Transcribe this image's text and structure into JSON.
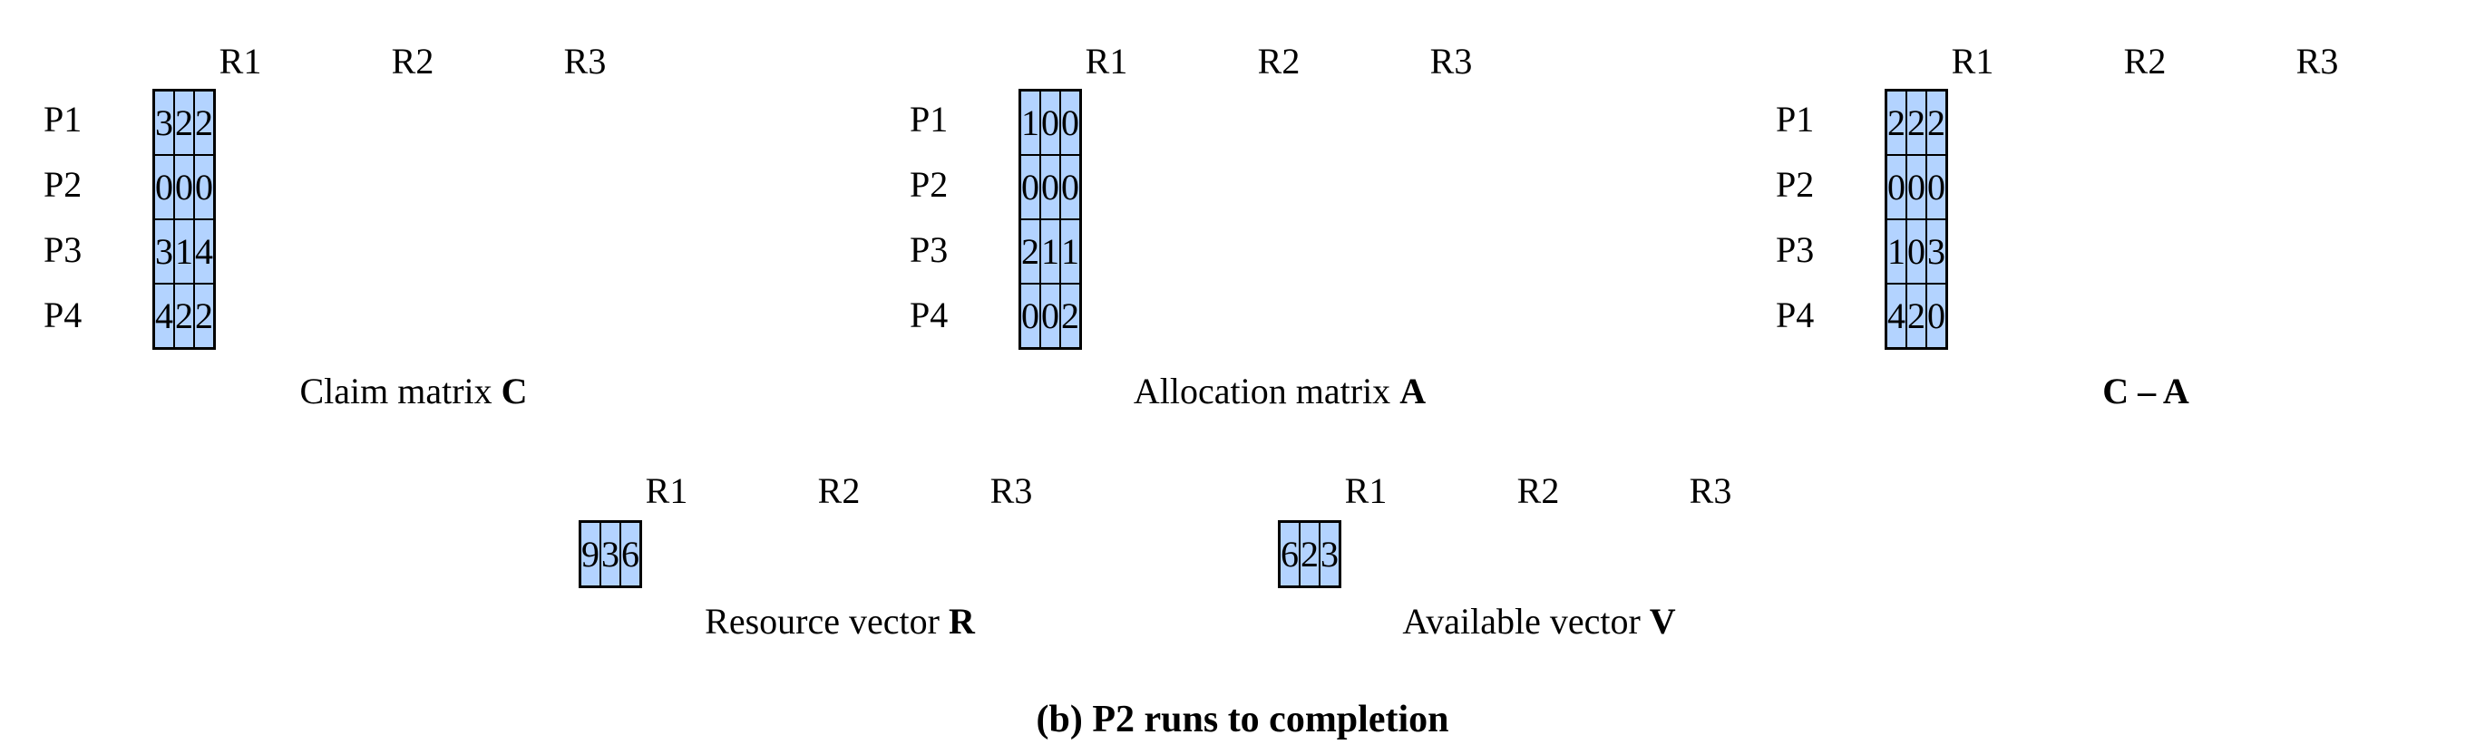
{
  "columns": [
    "R1",
    "R2",
    "R3"
  ],
  "rows": [
    "P1",
    "P2",
    "P3",
    "P4"
  ],
  "claim": {
    "values": [
      [
        "3",
        "2",
        "2"
      ],
      [
        "0",
        "0",
        "0"
      ],
      [
        "3",
        "1",
        "4"
      ],
      [
        "4",
        "2",
        "2"
      ]
    ],
    "caption_text": "Claim matrix ",
    "caption_bold": "C"
  },
  "allocation": {
    "values": [
      [
        "1",
        "0",
        "0"
      ],
      [
        "0",
        "0",
        "0"
      ],
      [
        "2",
        "1",
        "1"
      ],
      [
        "0",
        "0",
        "2"
      ]
    ],
    "caption_text": "Allocation matrix ",
    "caption_bold": "A"
  },
  "diff": {
    "values": [
      [
        "2",
        "2",
        "2"
      ],
      [
        "0",
        "0",
        "0"
      ],
      [
        "1",
        "0",
        "3"
      ],
      [
        "4",
        "2",
        "0"
      ]
    ],
    "caption_text": "",
    "caption_bold": "C – A"
  },
  "resource": {
    "values": [
      "9",
      "3",
      "6"
    ],
    "caption_text": "Resource vector ",
    "caption_bold": "R"
  },
  "available": {
    "values": [
      "6",
      "2",
      "3"
    ],
    "caption_text": "Available vector ",
    "caption_bold": "V"
  },
  "figure_caption": "(b) P2 runs to completion"
}
